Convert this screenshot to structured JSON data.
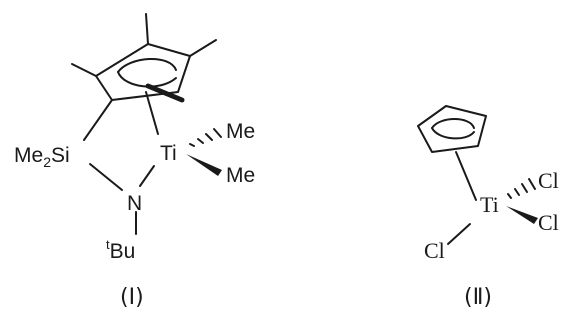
{
  "structure_1": {
    "si_label": "Me",
    "si_sub": "2",
    "si_label_tail": "Si",
    "ti_label": "Ti",
    "me_upper": "Me",
    "me_lower": "Me",
    "n_label": "N",
    "tbu_sup": "t",
    "tbu_label": "Bu",
    "caption": "(Ⅰ)"
  },
  "structure_2": {
    "ti_label": "Ti",
    "cl_upper_right": "Cl",
    "cl_lower_right": "Cl",
    "cl_left": "Cl",
    "caption": "(Ⅱ)"
  }
}
